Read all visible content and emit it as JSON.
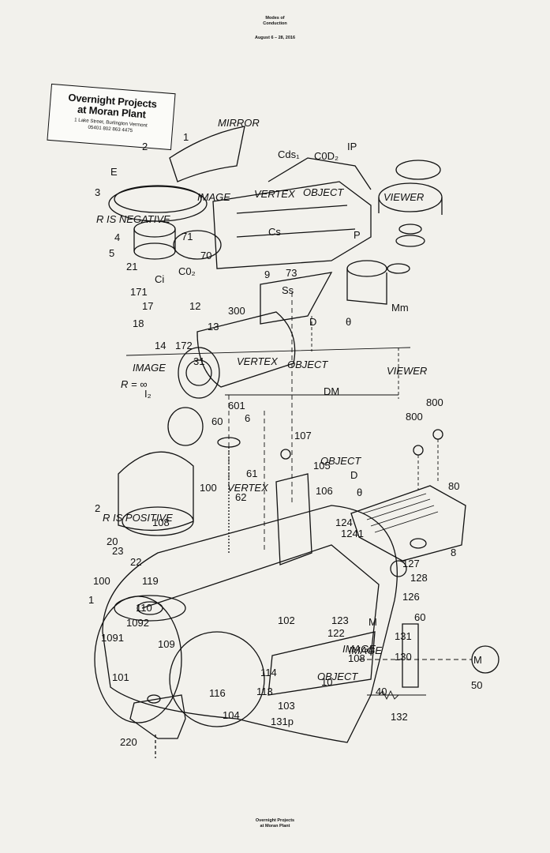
{
  "poster": {
    "title_lines": [
      "Modes of",
      "Conduction"
    ],
    "dates": "August 6 – 28, 2016",
    "footer_lines": [
      "Overnight Projects",
      "at Moran Plant"
    ],
    "sticker": {
      "name_lines": [
        "Overnight Projects",
        "at Moran Plant"
      ],
      "address_lines": [
        "1 Lake Street, Burlington Vermont",
        "05401 802 863 4475"
      ]
    }
  },
  "drawing": {
    "labels": [
      "1",
      "2",
      "3",
      "E",
      "R IS NEGATIVE",
      "4",
      "5",
      "21",
      "Ci",
      "C0₂",
      "171",
      "17",
      "18",
      "14",
      "172",
      "IMAGE",
      "R = ∞",
      "I₂",
      "MIRROR",
      "Cds₁",
      "C0D₂",
      "IP",
      "IMAGE",
      "VERTEX",
      "OBJECT",
      "Cs",
      "P",
      "VIEWER",
      "Mm",
      "Ss",
      "D",
      "θ",
      "VERTEX",
      "OBJECT",
      "VIEWER",
      "DM",
      "601",
      "6",
      "60",
      "107",
      "OBJECT",
      "105",
      "800",
      "800",
      "80",
      "61",
      "62",
      "100",
      "VERTEX",
      "106",
      "D",
      "θ",
      "2",
      "R IS POSITIVE",
      "20",
      "23",
      "22",
      "100",
      "119",
      "1",
      "110",
      "1092",
      "1091",
      "101",
      "220",
      "IMAGE",
      "124",
      "1241",
      "8",
      "127",
      "128",
      "126",
      "60",
      "131",
      "130",
      "M",
      "50",
      "40",
      "132",
      "122",
      "108",
      "IMAGE",
      "OBJECT",
      "10",
      "103",
      "131p",
      "116",
      "104",
      "113",
      "114",
      "102",
      "123",
      "M",
      "300",
      "31",
      "12",
      "13",
      "71",
      "70",
      "73",
      "9",
      "109",
      "108"
    ]
  }
}
